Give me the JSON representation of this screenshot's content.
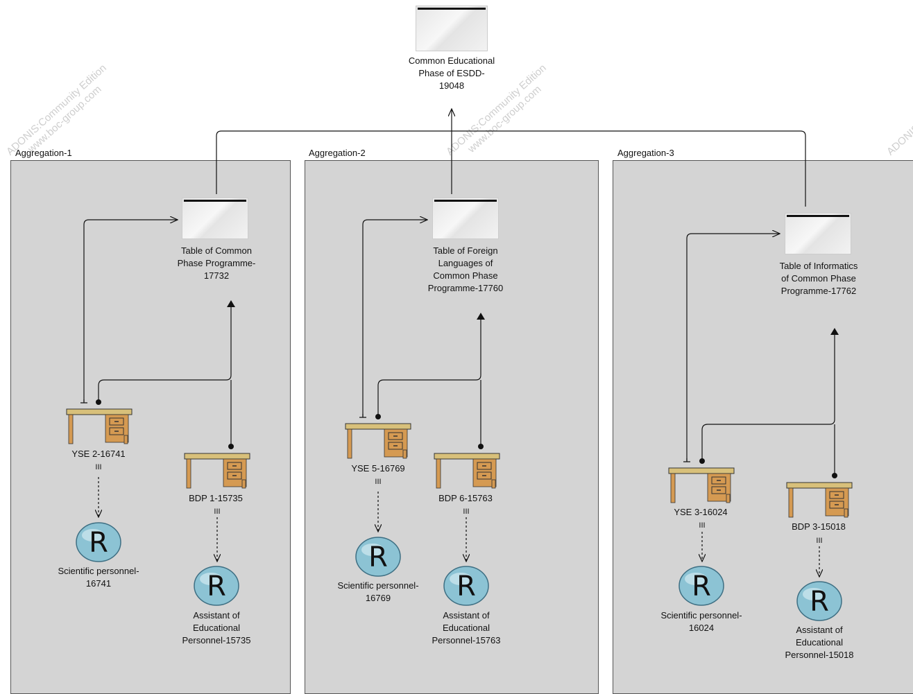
{
  "watermark": {
    "line1": "ADONIS:Community Edition",
    "line2": "www.boc-group.com"
  },
  "top_node": {
    "label": "Common Educational Phase of ESDD-19048"
  },
  "aggregations": [
    {
      "title": "Aggregation-1",
      "table": {
        "label": "Table of Common Phase Programme-17732"
      },
      "yse": {
        "label": "YSE 2-16741",
        "marker": "III"
      },
      "bdp": {
        "label": "BDP 1-15735",
        "marker": "III"
      },
      "role1": {
        "symbol": "R",
        "label": "Scientific personnel-16741"
      },
      "role2": {
        "symbol": "R",
        "label": "Assistant of Educational Personnel-15735"
      }
    },
    {
      "title": "Aggregation-2",
      "table": {
        "label": "Table of Foreign Languages of Common Phase Programme-17760"
      },
      "yse": {
        "label": "YSE 5-16769",
        "marker": "III"
      },
      "bdp": {
        "label": "BDP 6-15763",
        "marker": "III"
      },
      "role1": {
        "symbol": "R",
        "label": "Scientific personnel-16769"
      },
      "role2": {
        "symbol": "R",
        "label": "Assistant of Educational Personnel-15763"
      }
    },
    {
      "title": "Aggregation-3",
      "table": {
        "label": "Table of Informatics of Common Phase Programme-17762"
      },
      "yse": {
        "label": "YSE 3-16024",
        "marker": "III"
      },
      "bdp": {
        "label": "BDP 3-15018",
        "marker": "III"
      },
      "role1": {
        "symbol": "R",
        "label": "Scientific personnel-16024"
      },
      "role2": {
        "symbol": "R",
        "label": "Assistant of Educational Personnel-15018"
      }
    }
  ]
}
